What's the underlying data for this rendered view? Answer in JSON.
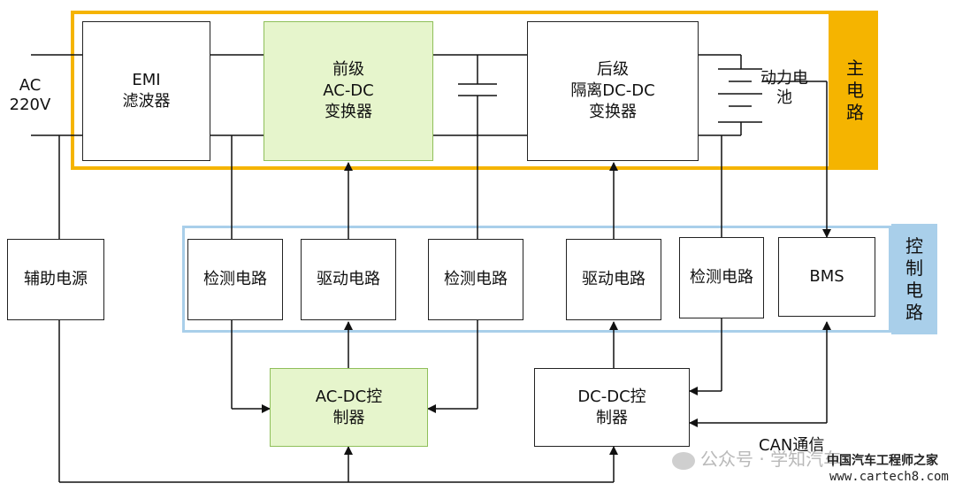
{
  "ac_input": "AC\n220V",
  "main_circuit_label": "主电路",
  "control_circuit_label": "控制电路",
  "blocks": {
    "emi": "EMI\n滤波器",
    "pre_acdc": "前级\nAC-DC\n变换器",
    "post_dcdc": "后级\n隔离DC-DC\n变换器",
    "battery": "动力电\n池",
    "aux_power": "辅助电源",
    "detect1": "检测电路",
    "drive1": "驱动电路",
    "detect2": "检测电路",
    "drive2": "驱动电路",
    "detect3": "检测电路",
    "bms": "BMS",
    "acdc_ctrl": "AC-DC控\n制器",
    "dcdc_ctrl": "DC-DC控\n制器"
  },
  "can_label": "CAN通信",
  "watermark": {
    "wechat": "公众号 · 学知汽车",
    "site_cn": "中国汽车工程师之家",
    "site_url": "www.cartech8.com"
  },
  "colors": {
    "main_frame": "#f5b400",
    "control_frame": "#a9cfea",
    "green_fill": "#e6f5cc"
  }
}
